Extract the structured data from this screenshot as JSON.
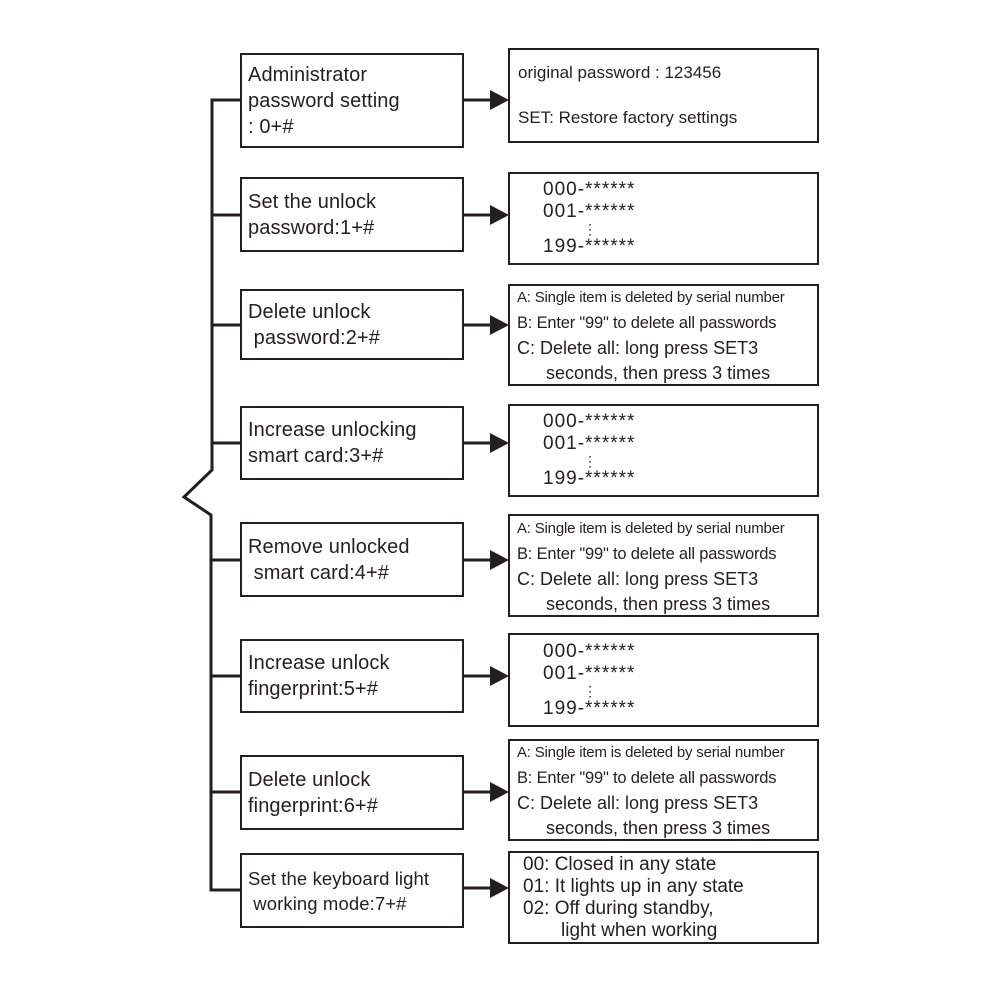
{
  "colors": {
    "ink": "#231f20",
    "background": "#ffffff"
  },
  "rows": [
    {
      "left": [
        "Administrator",
        "password setting",
        ": 0+#"
      ],
      "right": {
        "type": "note",
        "lines": [
          "original password : 123456",
          "SET: Restore factory settings"
        ]
      }
    },
    {
      "left": [
        "Set the unlock",
        "password:1+#"
      ],
      "right": {
        "type": "list",
        "lines": [
          "000-******",
          "001-******",
          "⋮",
          "199-******"
        ]
      }
    },
    {
      "left": [
        "Delete unlock",
        " password:2+#"
      ],
      "right": {
        "type": "abc",
        "lines": [
          "A: Single item is deleted by serial number",
          "B: Enter \"99\" to delete all passwords",
          "C: Delete all: long press SET3",
          "seconds, then press 3 times"
        ]
      }
    },
    {
      "left": [
        "Increase unlocking",
        "smart card:3+#"
      ],
      "right": {
        "type": "list",
        "lines": [
          "000-******",
          "001-******",
          "⋮",
          "199-******"
        ]
      }
    },
    {
      "left": [
        "Remove unlocked",
        " smart card:4+#"
      ],
      "right": {
        "type": "abc",
        "lines": [
          "A: Single item is deleted by serial number",
          "B: Enter \"99\" to delete all passwords",
          "C: Delete all: long press SET3",
          "seconds, then press 3 times"
        ]
      }
    },
    {
      "left": [
        "Increase unlock",
        "fingerprint:5+#"
      ],
      "right": {
        "type": "list",
        "lines": [
          "000-******",
          "001-******",
          "⋮",
          "199-******"
        ]
      }
    },
    {
      "left": [
        "Delete unlock",
        "fingerprint:6+#"
      ],
      "right": {
        "type": "abc",
        "lines": [
          "A: Single item is deleted by serial number",
          "B: Enter \"99\" to delete all passwords",
          "C: Delete all: long press SET3",
          "seconds, then press 3 times"
        ]
      }
    },
    {
      "left": [
        "Set the keyboard light",
        " working mode:7+#"
      ],
      "right": {
        "type": "modes",
        "lines": [
          "00: Closed in any state",
          "01: It lights up in any state",
          "02: Off during standby,",
          "light when working"
        ]
      }
    }
  ]
}
